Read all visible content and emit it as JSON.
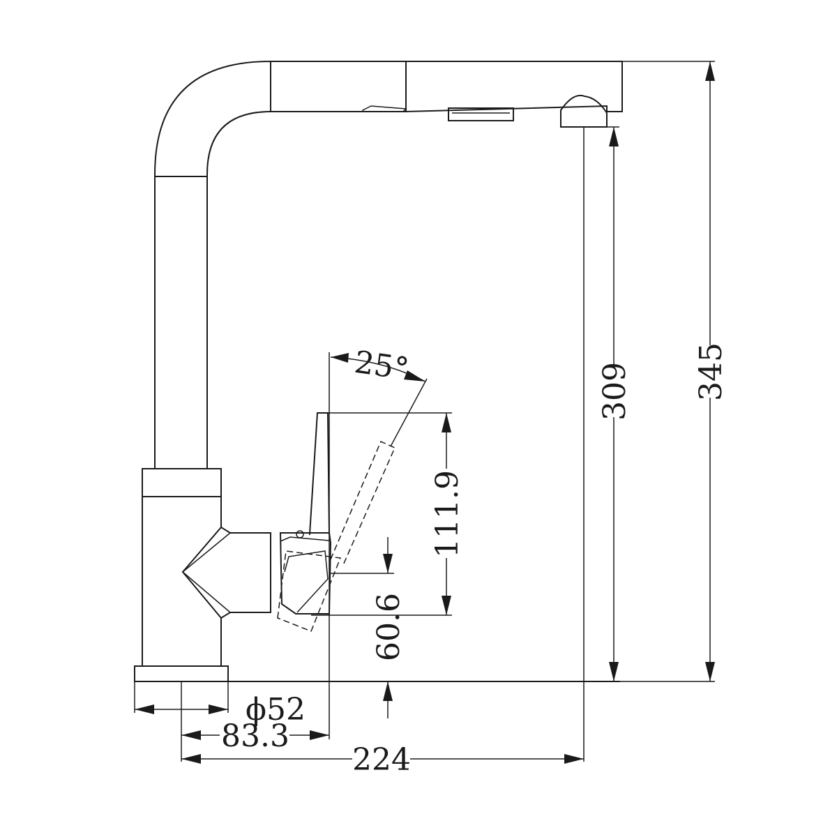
{
  "dimensions": {
    "total_height": "345",
    "spout_height": "309",
    "lever_height": "111.9",
    "body_joint_height": "60.6",
    "lever_angle": "25°",
    "base_diameter": "ϕ52",
    "lever_offset": "83.3",
    "spout_reach": "224"
  },
  "colors": {
    "line": "#1a1a1a",
    "background": "#ffffff"
  }
}
